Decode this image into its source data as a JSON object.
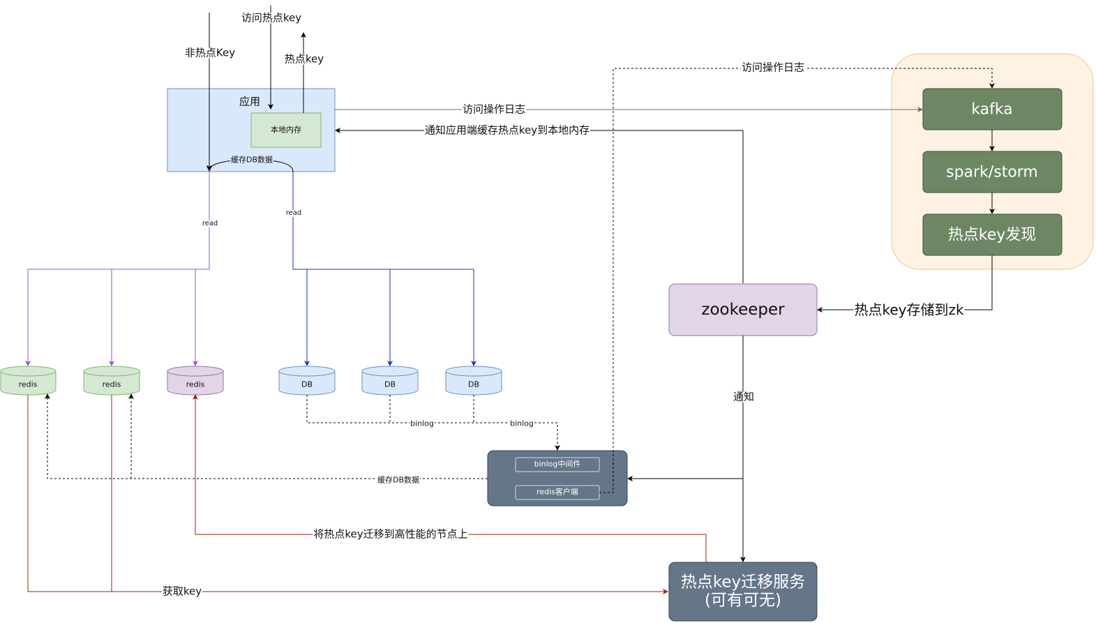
{
  "app": {
    "title": "应用",
    "local_memory": "本地内存",
    "cache_db_data": "缓存DB数据"
  },
  "top_labels": {
    "visit_hot_key": "访问热点key",
    "non_hot_key": "非热点Key",
    "hot_key": "热点key"
  },
  "edges": {
    "access_log_top": "访问操作日志",
    "access_log_mid": "访问操作日志",
    "notify_app": "通知应用端缓存热点key到本地内存",
    "read_redis": "read",
    "read_db": "read",
    "hot_key_to_zk": "热点key存储到zk",
    "notify": "通知",
    "binlog_1": "binlog",
    "binlog_2": "binlog",
    "cache_db_data_bottom": "缓存DB数据",
    "migrate": "将热点key迁移到高性能的节点上",
    "get_key": "获取key"
  },
  "nodes": {
    "redis": [
      "redis",
      "redis",
      "redis"
    ],
    "db": [
      "DB",
      "DB",
      "DB"
    ],
    "kafka": "kafka",
    "spark_storm": "spark/storm",
    "hot_key_discovery": "热点key发现",
    "zookeeper": "zookeeper",
    "binlog_middleware": "binlog中间件",
    "redis_client": "redis客户端",
    "migration_service": "热点key迁移服务\n(可有可无)"
  },
  "colors": {
    "app_fill": "#dae8fc",
    "app_stroke": "#6c8ebf",
    "local_mem_fill": "#d5e8d4",
    "local_mem_stroke": "#82b366",
    "green_proc": "#6d8764",
    "green_proc_stroke": "#3a5431",
    "stream_group_fill": "#fff2e3",
    "stream_group_stroke": "#f2c38f",
    "zk_fill": "#e1d5e7",
    "zk_stroke": "#9673a6",
    "slate": "#647687",
    "slate_stroke": "#314354",
    "purple_edge": "#9a4cdc",
    "blue_edge": "#1a2fd1",
    "red_edge": "#a31c0f",
    "redis_green_fill": "#d5e8d4",
    "redis_purple_fill": "#e1d5e7",
    "db_fill": "#dae8fc"
  }
}
